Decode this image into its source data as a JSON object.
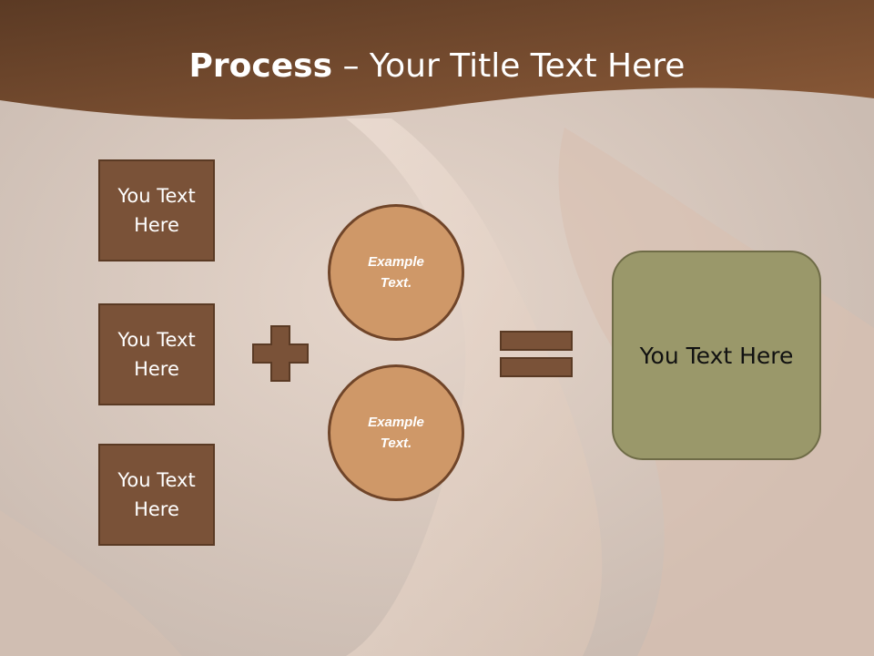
{
  "title": {
    "bold": "Process",
    "rest": " – Your Title Text Here"
  },
  "inputs": [
    {
      "label": "You Text Here"
    },
    {
      "label": "You Text Here"
    },
    {
      "label": "You Text Here"
    }
  ],
  "circles": [
    {
      "label": "Example Text."
    },
    {
      "label": "Example Text."
    }
  ],
  "result": {
    "label": "You Text Here"
  },
  "colors": {
    "header": "#7a4e30",
    "box_fill": "#7a5238",
    "circle_fill": "#cf9868",
    "operator": "#7a5238",
    "result_fill": "#9a986a"
  },
  "icons": [
    "plus-icon",
    "equals-icon"
  ]
}
